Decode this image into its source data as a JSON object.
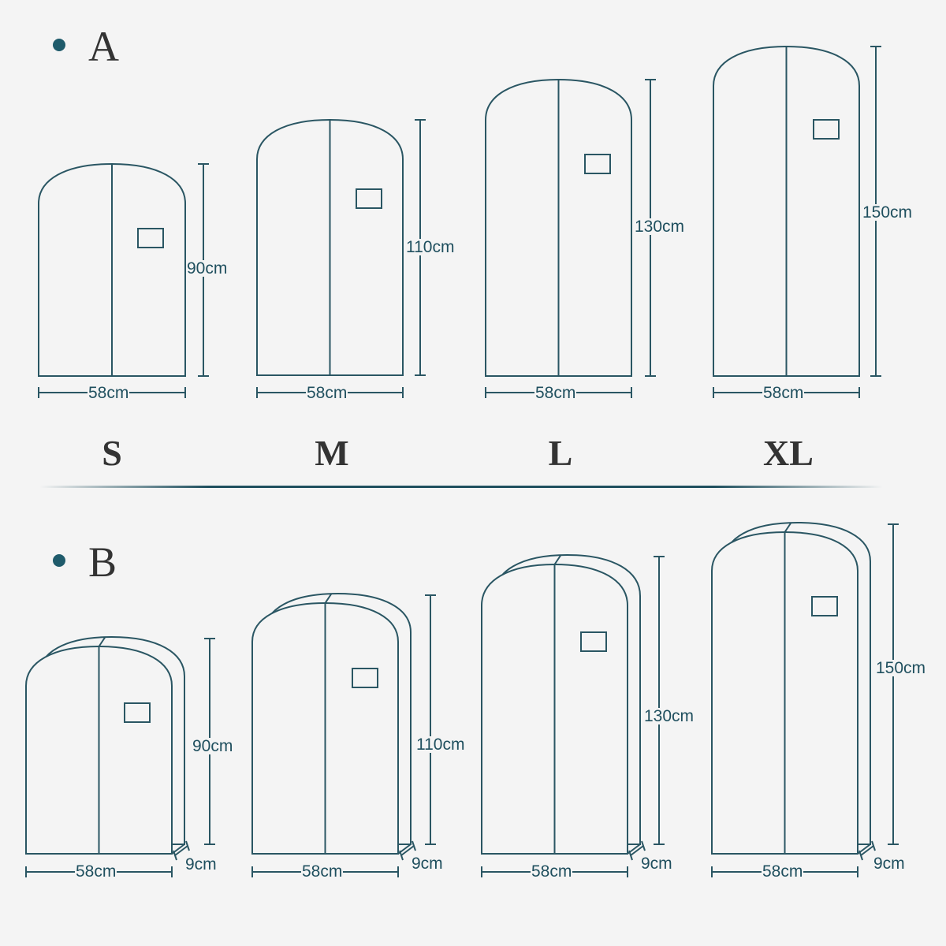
{
  "colors": {
    "line": "#2a5663",
    "text": "#1f4f5e",
    "background": "#f4f4f4",
    "bullet": "#1f5b6b"
  },
  "sections": [
    {
      "label": "A",
      "items": [
        {
          "size": "S",
          "width": "58cm",
          "height": "90cm"
        },
        {
          "size": "M",
          "width": "58cm",
          "height": "110cm"
        },
        {
          "size": "L",
          "width": "58cm",
          "height": "130cm"
        },
        {
          "size": "XL",
          "width": "58cm",
          "height": "150cm"
        }
      ]
    },
    {
      "label": "B",
      "items": [
        {
          "width": "58cm",
          "height": "90cm",
          "depth": "9cm"
        },
        {
          "width": "58cm",
          "height": "110cm",
          "depth": "9cm"
        },
        {
          "width": "58cm",
          "height": "130cm",
          "depth": "9cm"
        },
        {
          "width": "58cm",
          "height": "150cm",
          "depth": "9cm"
        }
      ]
    }
  ]
}
